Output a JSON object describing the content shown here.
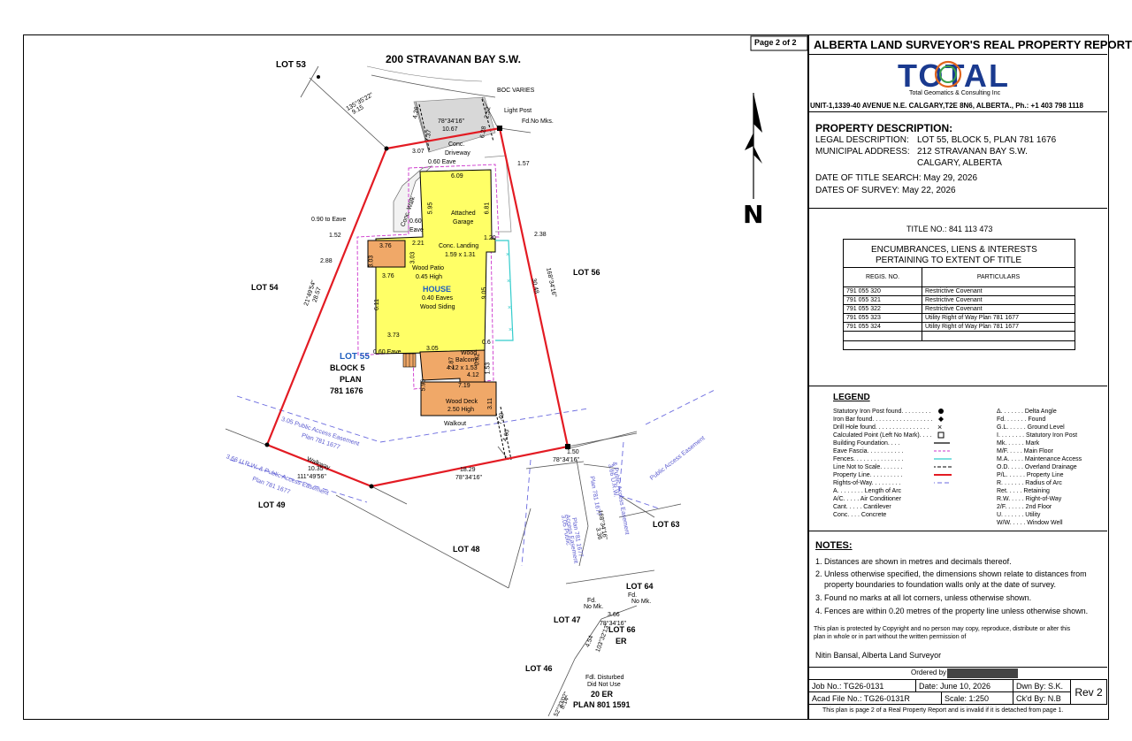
{
  "drawing": {
    "street": "200 STRAVANAN BAY S.W.",
    "boc": "BOC VARIES",
    "light_post": "Light Post",
    "fd_no_mks_top": "Fd.No Mks.",
    "lots": {
      "lot53": "LOT 53",
      "lot54": "LOT 54",
      "lot56": "LOT 56",
      "lot49": "LOT 49",
      "lot48": "LOT 48",
      "lot63": "LOT 63",
      "lot64": "LOT 64",
      "lot47": "LOT 47",
      "lot46": "LOT 46",
      "lot66": "LOT 66",
      "er": "ER",
      "er20": "20 ER",
      "plan801": "PLAN 801 1591"
    },
    "subject": {
      "lot": "LOT 55",
      "block": "BLOCK 5",
      "plan": "PLAN",
      "plan_no": "781 1676"
    },
    "house": {
      "title": "HOUSE",
      "eaves": "0.40 Eaves",
      "siding": "Wood Siding"
    },
    "garage": {
      "l1": "Attached",
      "l2": "Garage"
    },
    "driveway": {
      "l1": "Conc.",
      "l2": "Driveway"
    },
    "landing": {
      "l1": "Conc. Landing",
      "l2": "1.59 x 1.31"
    },
    "patio": {
      "l1": "Wood Patio",
      "l2": "0.45 High"
    },
    "balcony": {
      "l1": "Wood",
      "l2": "Balcony",
      "l3": "4.12 x 1.53"
    },
    "deck": {
      "l1": "Wood Deck",
      "l2": "2.50 High"
    },
    "walkout": "Walkout",
    "walkway": "Walkway",
    "conc_walk": "Conc. Walk",
    "eave_060_top": "0.60 Eave",
    "eave_060_mid": "0.60",
    "eave_060_mid2": "Eave",
    "eave_060_left": "0.60 Eave",
    "to_eave": "0.90 to Eave",
    "dims": {
      "d1067": "10.67",
      "d78a": "78°34'16\"",
      "d737": "7.37",
      "d628": "6.28",
      "d426": "4.26",
      "d252": "2.52",
      "d307": "3.07",
      "d157": "1.57",
      "d609": "6.09",
      "d595": "5.95",
      "d681": "6.81",
      "d152": "1.52",
      "d238": "2.38",
      "d221": "2.21",
      "d120": "1.20",
      "d376a": "3.76",
      "d303a": "3.03",
      "d303b": "3.03",
      "d376b": "3.76",
      "d288": "2.88",
      "d905": "9.05",
      "d611": "6.11",
      "d373": "3.73",
      "d06": "0.6",
      "d305": "3.05",
      "d287": "2.87",
      "d082": "0.82",
      "d153": "1.53",
      "d412": "4.12",
      "d596": "5.96",
      "d311": "3.11",
      "d719": "7.19",
      "d749": "7.49",
      "d460": "4.60",
      "d150": "1.50",
      "d78b": "78°34'16\"",
      "d1829": "18.29",
      "d78c": "78°34'16\"",
      "d1035": "10.35",
      "d111": "111°49'56\"",
      "d2857": "28.57",
      "d21149": "21°49'54\"",
      "d3048": "30.48",
      "d168": "168°34'16\"",
      "d1353": "135°35'22\"",
      "d915": "9.15",
      "d336": "3.36",
      "d168b": "168°34'16\"",
      "d366": "3.66",
      "d78d": "78°34'16\"",
      "d454": "4.54",
      "d103": "103°32'13\"",
      "d814": "8.14",
      "d527": "52°33'02\""
    },
    "easements": {
      "e1a": "3.05 Public Access Easement",
      "e1b": "Plan 781 1677",
      "e2a": "3.66 U.R.W. & Public Access Easement",
      "e2b": "Plan 781 1677",
      "e3a": "3.05 Public",
      "e3b": "Access Easement",
      "e3c": "Plan 781 1677",
      "e4a": "3.66 U.R.W.",
      "e4b": "& Public Access Easement",
      "e4c": "Plan 781 1677",
      "e5": "Public Access Easement"
    },
    "fd_no_mk": {
      "a1": "Fd.",
      "a2": "No Mk.",
      "b1": "Fd.",
      "b2": "No Mk."
    },
    "fdl": {
      "l1": "Fdl.  Disturbed",
      "l2": "Did  Not Use"
    }
  },
  "north": "N",
  "page": "Page 2 of 2",
  "title": "ALBERTA LAND SURVEYOR'S REAL PROPERTY REPORT",
  "company": {
    "logo": "TOTAL",
    "name": "Total Geomatics & Consulting Inc",
    "address": "UNIT-1,1339-40 AVENUE N.E. CALGARY,T2E 8N6, ALBERTA., Ph.: +1 403 798 1118"
  },
  "property": {
    "heading": "PROPERTY DESCRIPTION:",
    "legal_label": "LEGAL DESCRIPTION:",
    "legal": "LOT 55, BLOCK 5, PLAN 781 1676",
    "muni_label": "MUNICIPAL ADDRESS:",
    "muni1": "212 STRAVANAN BAY S.W.",
    "muni2": "CALGARY, ALBERTA",
    "title_search": "DATE OF TITLE SEARCH: May 29, 2026",
    "survey": "DATES OF SURVEY: May 22, 2026"
  },
  "title_no": "TITLE NO.: 841 113 473",
  "encumbrances": {
    "h1": "ENCUMBRANCES, LIENS & INTERESTS",
    "h2": "PERTAINING TO EXTENT OF TITLE",
    "col1": "REGIS. NO.",
    "col2": "PARTICULARS",
    "rows": [
      [
        "791 055 320",
        "Restrictive Covenant"
      ],
      [
        "791 055 321",
        "Restrictive Covenant"
      ],
      [
        "791 055 322",
        "Restrictive Covenant"
      ],
      [
        "791 055 323",
        "Utility Right of Way Plan 781 1677"
      ],
      [
        "791 055 324",
        "Utility Right of Way Plan 781 1677"
      ]
    ]
  },
  "legend": {
    "heading": "LEGEND",
    "left": [
      "Statutory Iron Post found. . . . . . . . .",
      "Iron Bar found. . . . . . . . . . . . . . . . . .",
      "Drill Hole found. . . . . . . . . . . . . . . .",
      "Calculated Point (Left No Mark). . . .",
      "Building Foundation. . . .",
      "Eave Fascia. . . . . . . . . . .",
      "Fences. . . . . . . . . . . . . . .",
      "Line Not to Scale. . . . . . .",
      "Property Line. . . . . . . . . .",
      "Rights-of-Way. . . . . . . . .",
      "A. . . . . . . . Length of Arc",
      "A/C. . . . . Air Conditioner",
      "Cant. . . . . Cantilever",
      "Conc. . . . Concrete"
    ],
    "right": [
      "Δ. . . . . . . Delta Angle",
      "Fd. . . . . . . Found",
      "G.L. . . . . . Ground Level",
      "I. . . . . . . . Statutory Iron Post",
      "Mk. . . . . . Mark",
      "M/F. . . . . Main Floor",
      "M.A. . . . . Maintenance Access",
      "O.D. . . . . Overland Drainage",
      "P/L. . . . . . Property Line",
      "R. . . . . . . Radius of Arc",
      "Ret. . . . . Retaining",
      "R.W. . . . . Right-of-Way",
      "2/F. . . . . . 2nd Floor",
      "U. . . . . . . Utility",
      "W/W. . . . . Window Well"
    ]
  },
  "notes": {
    "heading": "NOTES:",
    "n1": "1. Distances are shown in metres and decimals thereof.",
    "n2a": "2. Unless otherwise specified, the dimensions shown relate to distances from",
    "n2b": "property boundaries to foundation walls only at the date of survey.",
    "n3": "3. Found no marks at all lot corners, unless otherwise shown.",
    "n4": "4. Fences are within 0.20 metres of the property line unless otherwise shown.",
    "copy1": "This plan is protected by Copyright and no person may copy, reproduce,  distribute or alter this",
    "copy2": "plan in whole or in part without the written permission of",
    "surveyor": "Nitin Bansal,  Alberta  Land  Surveyor"
  },
  "titleblock": {
    "ordered": "Ordered by",
    "job": "Job No.: TG26-0131",
    "date": "Date: June 10, 2026",
    "dwn": "Dwn By: S.K.",
    "acad": "Acad File No.: TG26-0131R",
    "scale": "Scale: 1:250",
    "ckd": "Ck'd By: N.B",
    "rev": "Rev 2",
    "footer": "This plan is page 2 of a Real Property Report and is invalid if  it is detached from  page 1."
  },
  "colors": {
    "property_line": "#e31b23",
    "house": "#ffff66",
    "deck": "#f0a868",
    "easement": "#6a6adf",
    "fence": "#33cccc",
    "eave": "#cc33cc",
    "logo_blue": "#1a3a8f"
  }
}
